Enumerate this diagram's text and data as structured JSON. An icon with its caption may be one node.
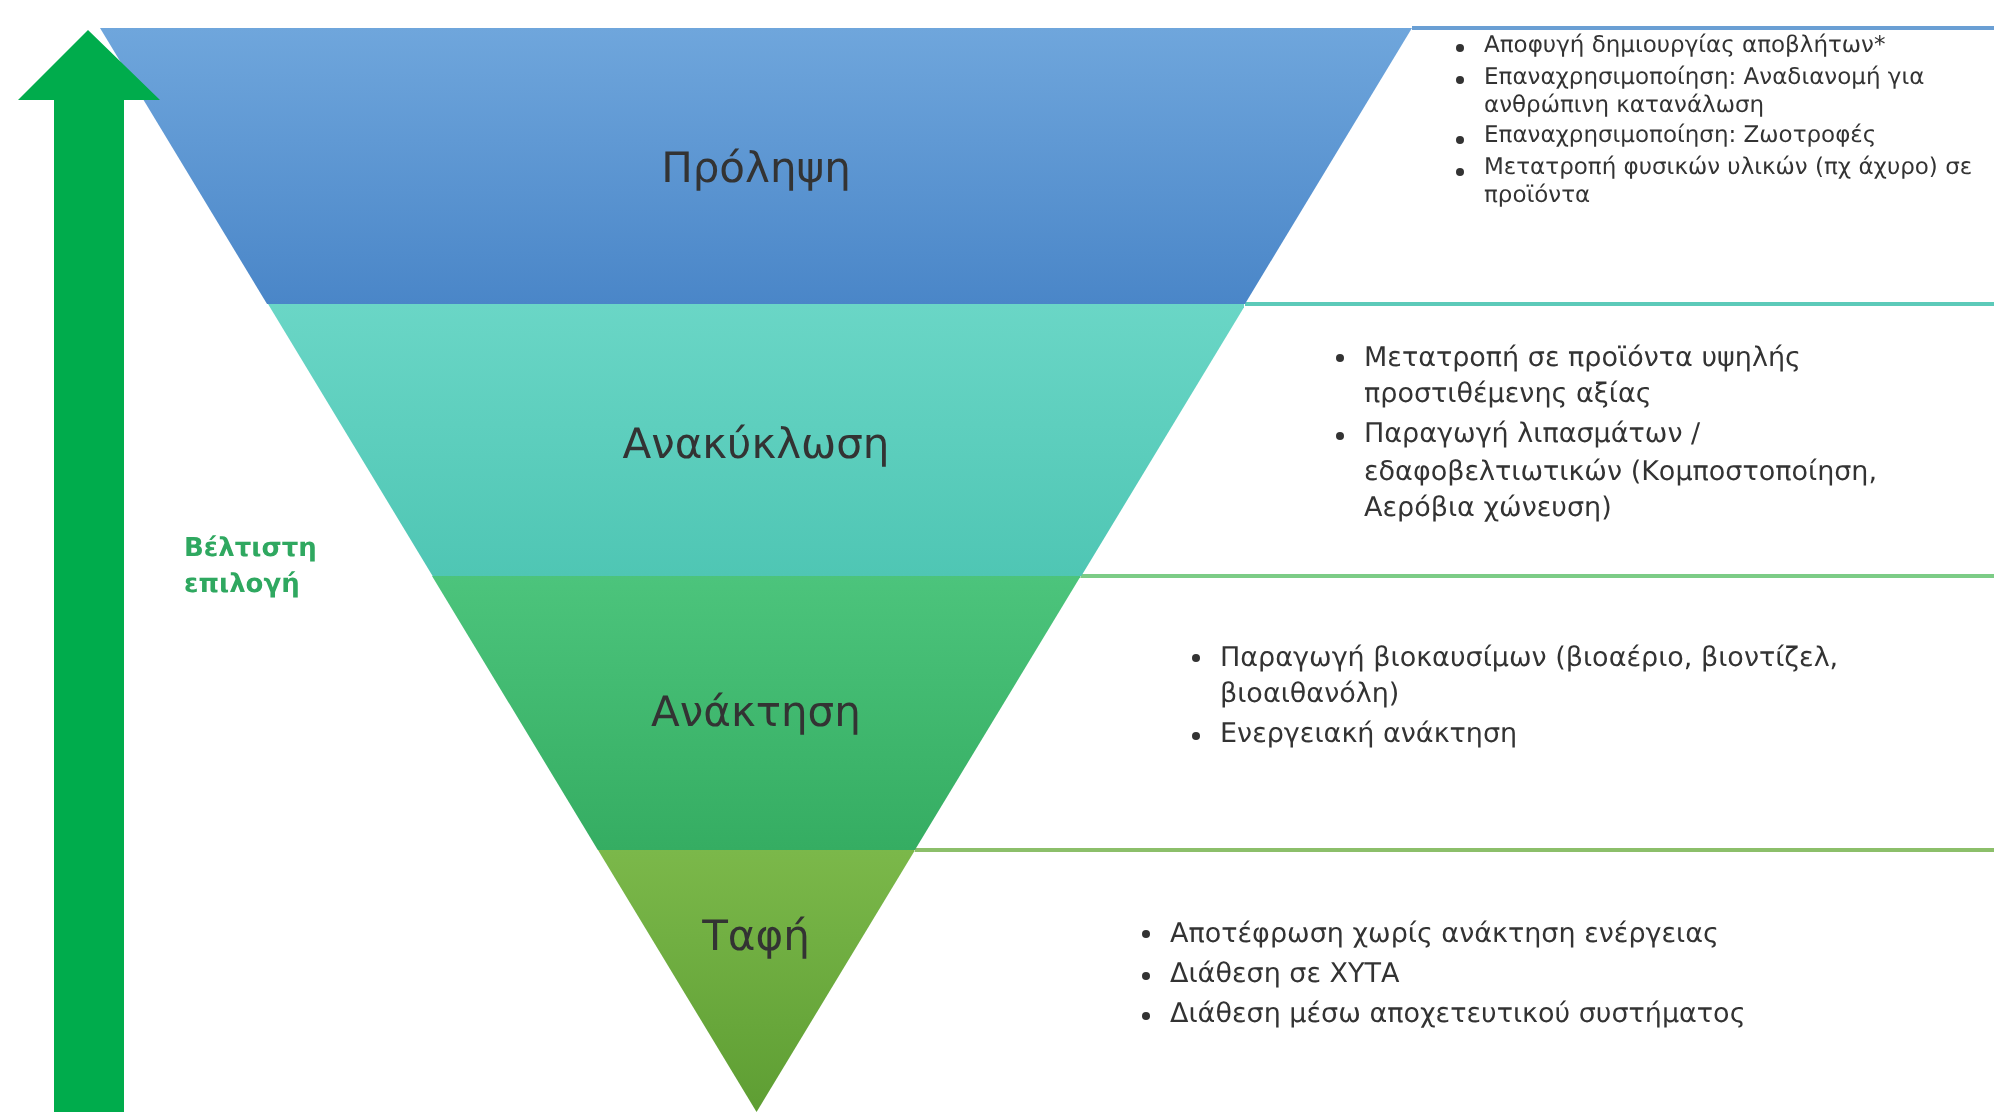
{
  "diagram": {
    "nodes": [
      {
        "text": [
          "Πρόληψη"
        ],
        "beside": [
          "Αποφυγή δημιουργίας αποβλήτων*",
          "Επαναχρησιμοποίηση: Αναδιανομή για ανθρώπινη κατανάλωση",
          "Επαναχρησιμοποίηση: Ζωοτροφές",
          "Μετατροπή φυσικών υλικών (πχ άχυρο) σε προϊόντα"
        ]
      },
      {
        "text": [
          "Ανακύκλωση"
        ],
        "beside": [
          "Μετατροπή σε προϊόντα υψηλής προστιθέμενης αξίας",
          "Παραγωγή λιπασμάτων / εδαφοβελτιωτικών (Κομποστοποίηση, Αερόβια χώνευση)"
        ]
      },
      {
        "text": [
          "Ανάκτηση"
        ],
        "beside": [
          "Παραγωγή βιοκαυσίμων (βιοαέριο, βιοντίζελ, βιοαιθανόλη)",
          "Ενεργειακή ανάκτηση"
        ]
      },
      {
        "text": [
          "Ταφή"
        ],
        "beside": [
          "Αποτέφρωση χωρίς ανάκτηση ενέργειας",
          "Διάθεση σε ΧΥΤΑ",
          "Διάθεση μέσω αποχετευτικού συστήματος"
        ]
      }
    ],
    "edges": [],
    "labels": [
      "Βέλτιστη επιλογή"
    ]
  }
}
